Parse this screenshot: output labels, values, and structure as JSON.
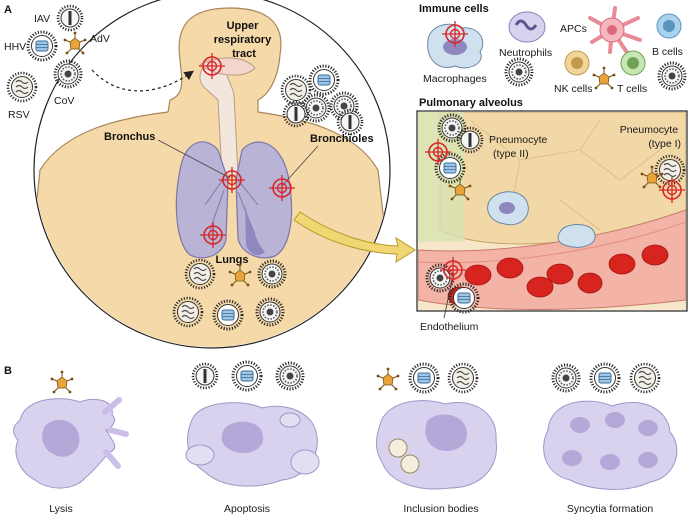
{
  "panel_a": {
    "label": "A",
    "virus_labels": {
      "iav": "IAV",
      "hhv": "HHV",
      "adv": "AdV",
      "rsv": "RSV",
      "cov": "CoV"
    },
    "upper_tract": [
      "Upper",
      "respiratory",
      "tract"
    ],
    "bronchus": "Bronchus",
    "bronchioles": "Bronchioles",
    "lungs": "Lungs",
    "immune_title": "Immune cells",
    "immune": {
      "apcs": "APCs",
      "neutrophils": "Neutrophils",
      "b_cells": "B cells",
      "macrophages": "Macrophages",
      "nk_cells": "NK cells",
      "t_cells": "T cells"
    },
    "alveolus_title": "Pulmonary alveolus",
    "pneumo_ii": [
      "Pneumocyte",
      "(type II)"
    ],
    "pneumo_i": [
      "Pneumocyte",
      "(type I)"
    ],
    "endothelium": "Endothelium"
  },
  "panel_b": {
    "label": "B",
    "captions": [
      "Lysis",
      "Apoptosis",
      "Inclusion bodies",
      "Syncytia formation"
    ]
  },
  "colors": {
    "body": "#f5d9a8",
    "body_stroke": "#a8875a",
    "lung": "#b9b3d6",
    "target": "#d6282b",
    "cell": "#d9d2ee",
    "nucleus": "#b3a8d8",
    "vessel": "#f3b3a6",
    "rbc": "#d7241f",
    "arrow": "#f1d774"
  }
}
